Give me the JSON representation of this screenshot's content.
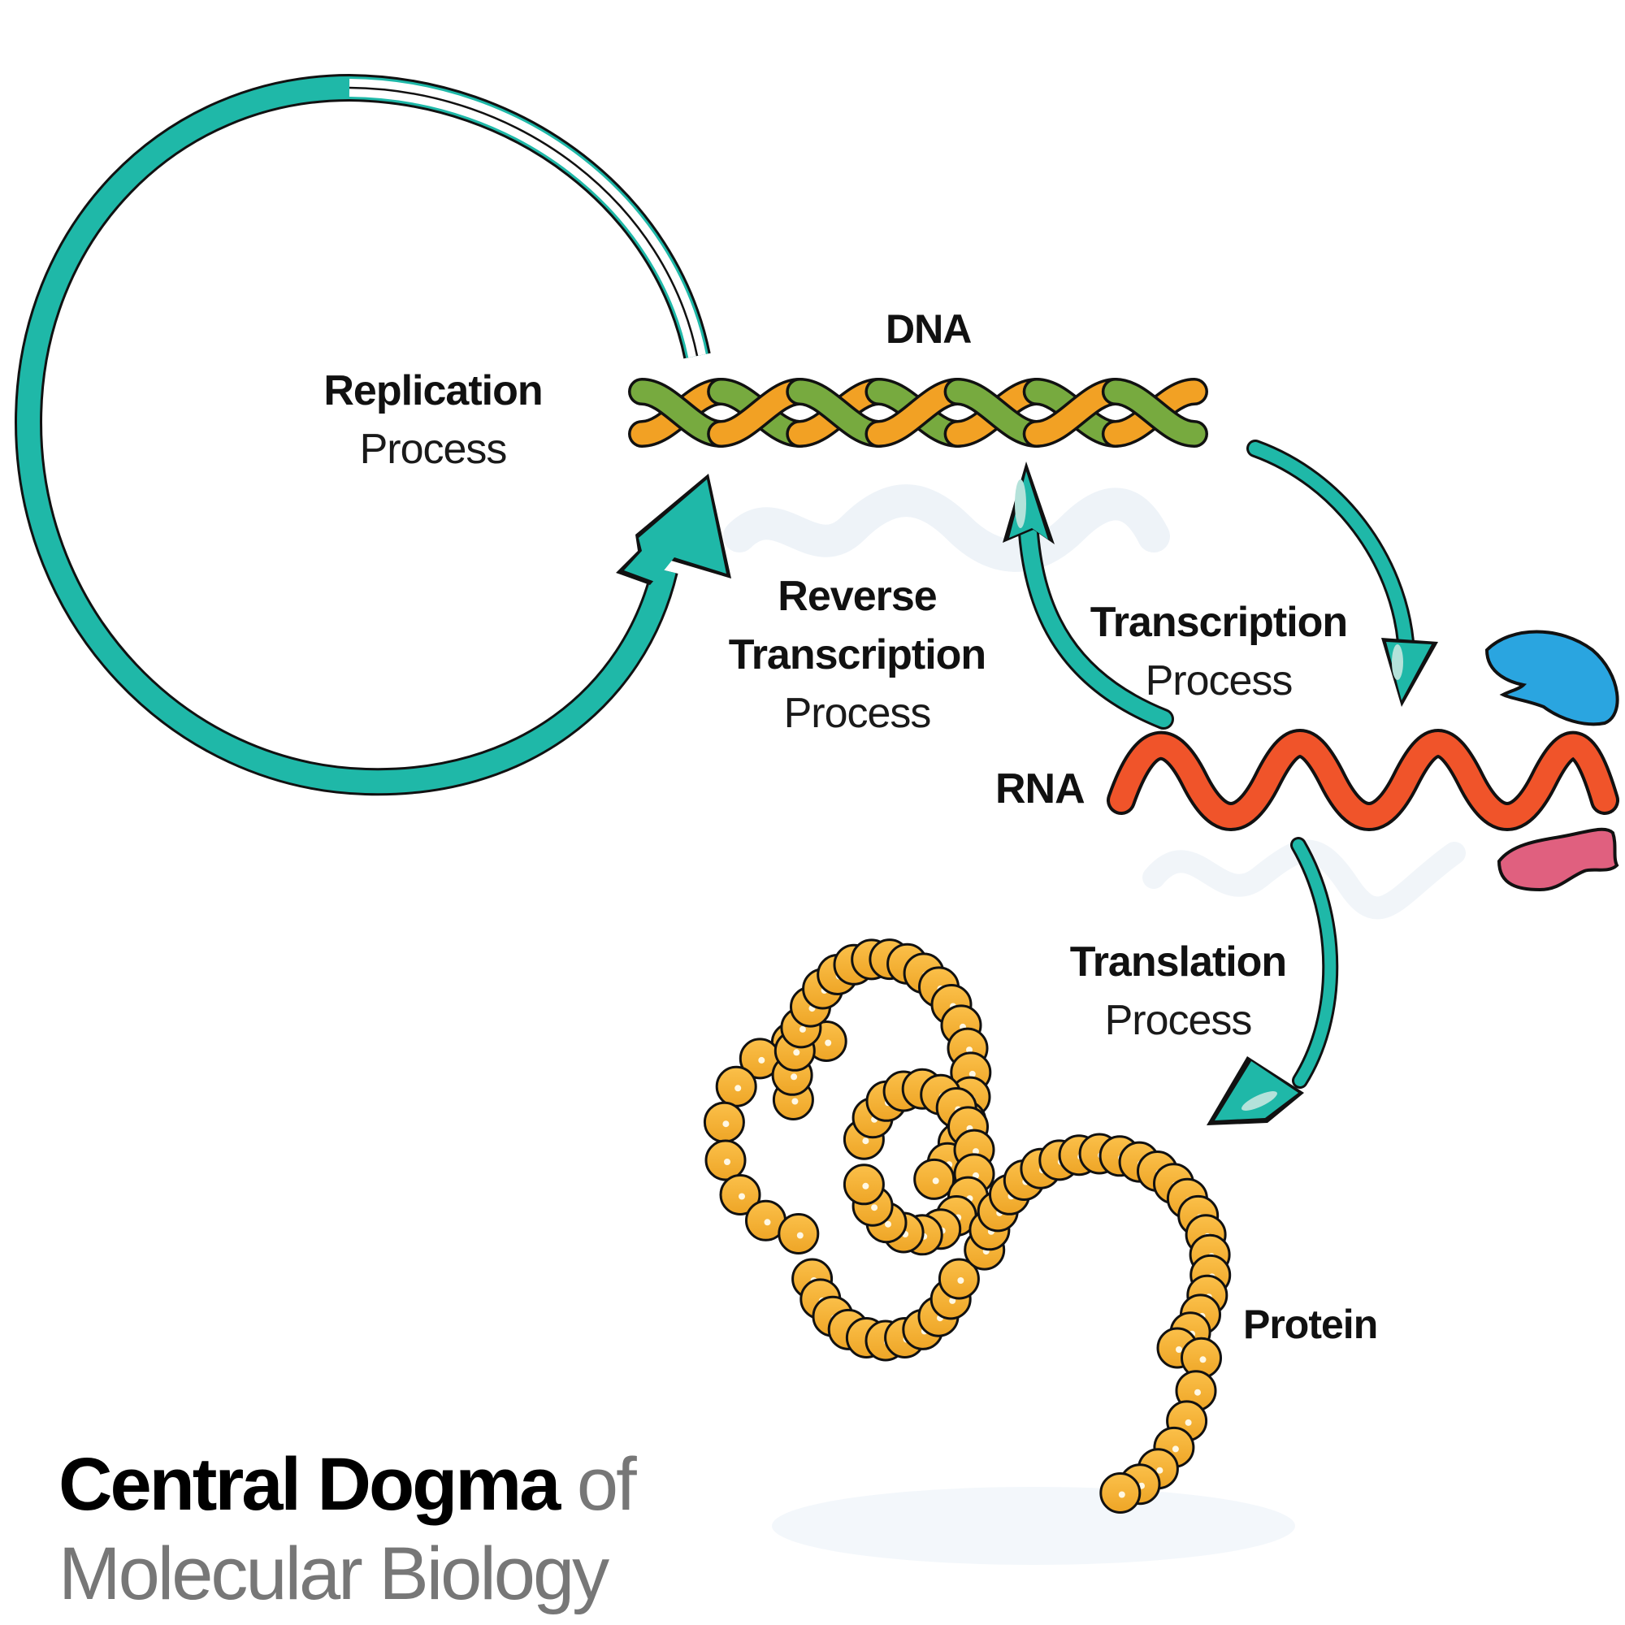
{
  "title": {
    "line1_bold": "Central Dogma",
    "line1_light": "of",
    "line2": "Molecular Biology"
  },
  "molecules": {
    "dna": "DNA",
    "rna": "RNA",
    "protein": "Protein"
  },
  "processes": {
    "replication": {
      "name": "Replication",
      "sub": "Process"
    },
    "reverse_transcription": {
      "name_line1": "Reverse",
      "name_line2": "Transcription",
      "sub": "Process"
    },
    "transcription": {
      "name": "Transcription",
      "sub": "Process"
    },
    "translation": {
      "name": "Translation",
      "sub": "Process"
    }
  },
  "colors": {
    "arrow": "#1fb8a8",
    "dna_orange": "#f2a124",
    "dna_green": "#77aa3f",
    "rna": "#f0542a",
    "protein": "#f7b637",
    "ribosome_blue": "#2aa5e0",
    "ribosome_pink": "#e0607f",
    "title_gray": "#777777"
  }
}
